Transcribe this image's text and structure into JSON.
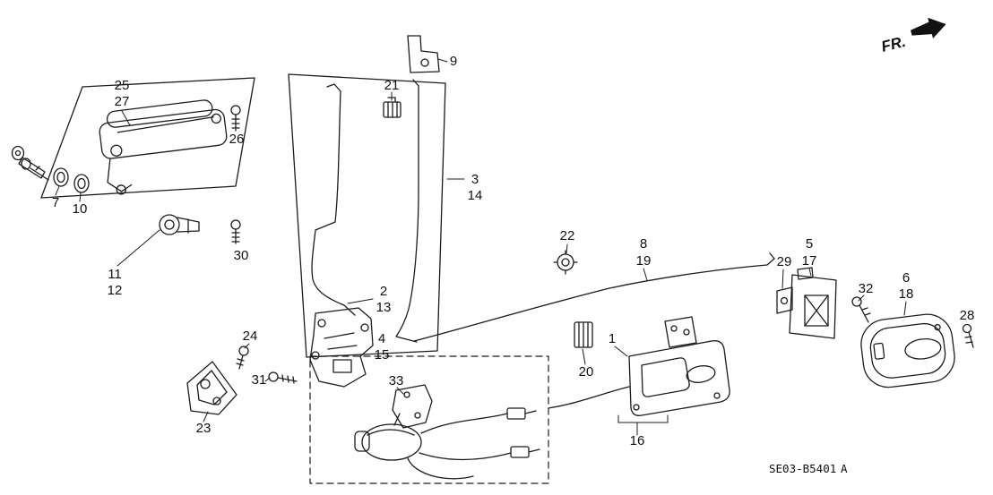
{
  "diagram": {
    "direction_label": "FR.",
    "part_code": "SE03-B5401",
    "part_code_suffix": "A",
    "labels": [
      {
        "text": "25"
      },
      {
        "text": "27"
      },
      {
        "text": "26"
      },
      {
        "text": "9"
      },
      {
        "text": "21"
      },
      {
        "text": "3"
      },
      {
        "text": "14"
      },
      {
        "text": "7"
      },
      {
        "text": "10"
      },
      {
        "text": "11"
      },
      {
        "text": "12"
      },
      {
        "text": "30"
      },
      {
        "text": "2"
      },
      {
        "text": "13"
      },
      {
        "text": "22"
      },
      {
        "text": "8"
      },
      {
        "text": "19"
      },
      {
        "text": "29"
      },
      {
        "text": "5"
      },
      {
        "text": "17"
      },
      {
        "text": "32"
      },
      {
        "text": "6"
      },
      {
        "text": "18"
      },
      {
        "text": "28"
      },
      {
        "text": "24"
      },
      {
        "text": "31"
      },
      {
        "text": "4"
      },
      {
        "text": "15"
      },
      {
        "text": "33"
      },
      {
        "text": "23"
      },
      {
        "text": "20"
      },
      {
        "text": "1"
      },
      {
        "text": "16"
      }
    ]
  }
}
